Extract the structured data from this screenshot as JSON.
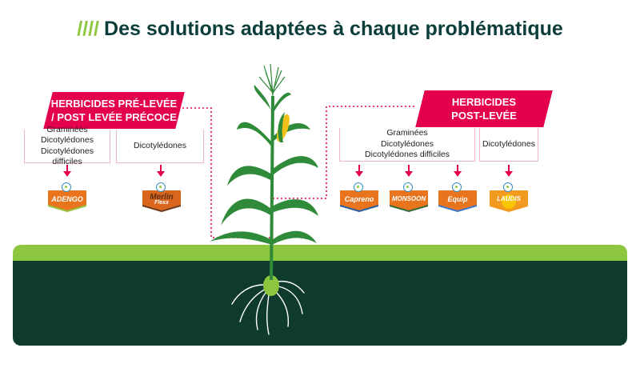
{
  "title": {
    "slashes": "////",
    "text": "Des solutions adaptées à chaque problématique"
  },
  "left_banner": {
    "line1": "HERBICIDES PRÉ-LEVÉE",
    "line2": "/ POST LEVÉE PRÉCOCE"
  },
  "right_banner": {
    "line1": "HERBICIDES",
    "line2": "POST-LEVÉE"
  },
  "left_groups": [
    {
      "lines": [
        "Graminées",
        "Dicotylédones",
        "Dicotylédones difficiles"
      ]
    },
    {
      "lines": [
        "Dicotylédones"
      ]
    }
  ],
  "right_groups": [
    {
      "lines": [
        "Graminées",
        "Dicotylédones",
        "Dicotylédones difficiles"
      ]
    },
    {
      "lines": [
        "Dicotylédones"
      ]
    }
  ],
  "products": [
    {
      "name": "ADENGO",
      "sub": "",
      "color": "#e8741e",
      "accent": "#8dc63f"
    },
    {
      "name": "Merlin",
      "sub": "Flexx",
      "color": "#d9661c",
      "accent": "#6b3b1f"
    },
    {
      "name": "Capreno",
      "sub": "",
      "color": "#e8741e",
      "accent": "#1f5fa8"
    },
    {
      "name": "MONSOON",
      "sub": "",
      "color": "#e8741e",
      "accent": "#2a6e3a"
    },
    {
      "name": "Equip",
      "sub": "",
      "color": "#e8741e",
      "accent": "#3a7bd5"
    },
    {
      "name": "LAUDIS",
      "sub": "",
      "color": "#f29a1f",
      "accent": "#f7c600"
    }
  ],
  "colors": {
    "accent": "#e4004f",
    "dark_green": "#0b3d3a",
    "light_green": "#8dc63f",
    "soil": "#0e3b2e",
    "grass": "#8dc63f"
  }
}
